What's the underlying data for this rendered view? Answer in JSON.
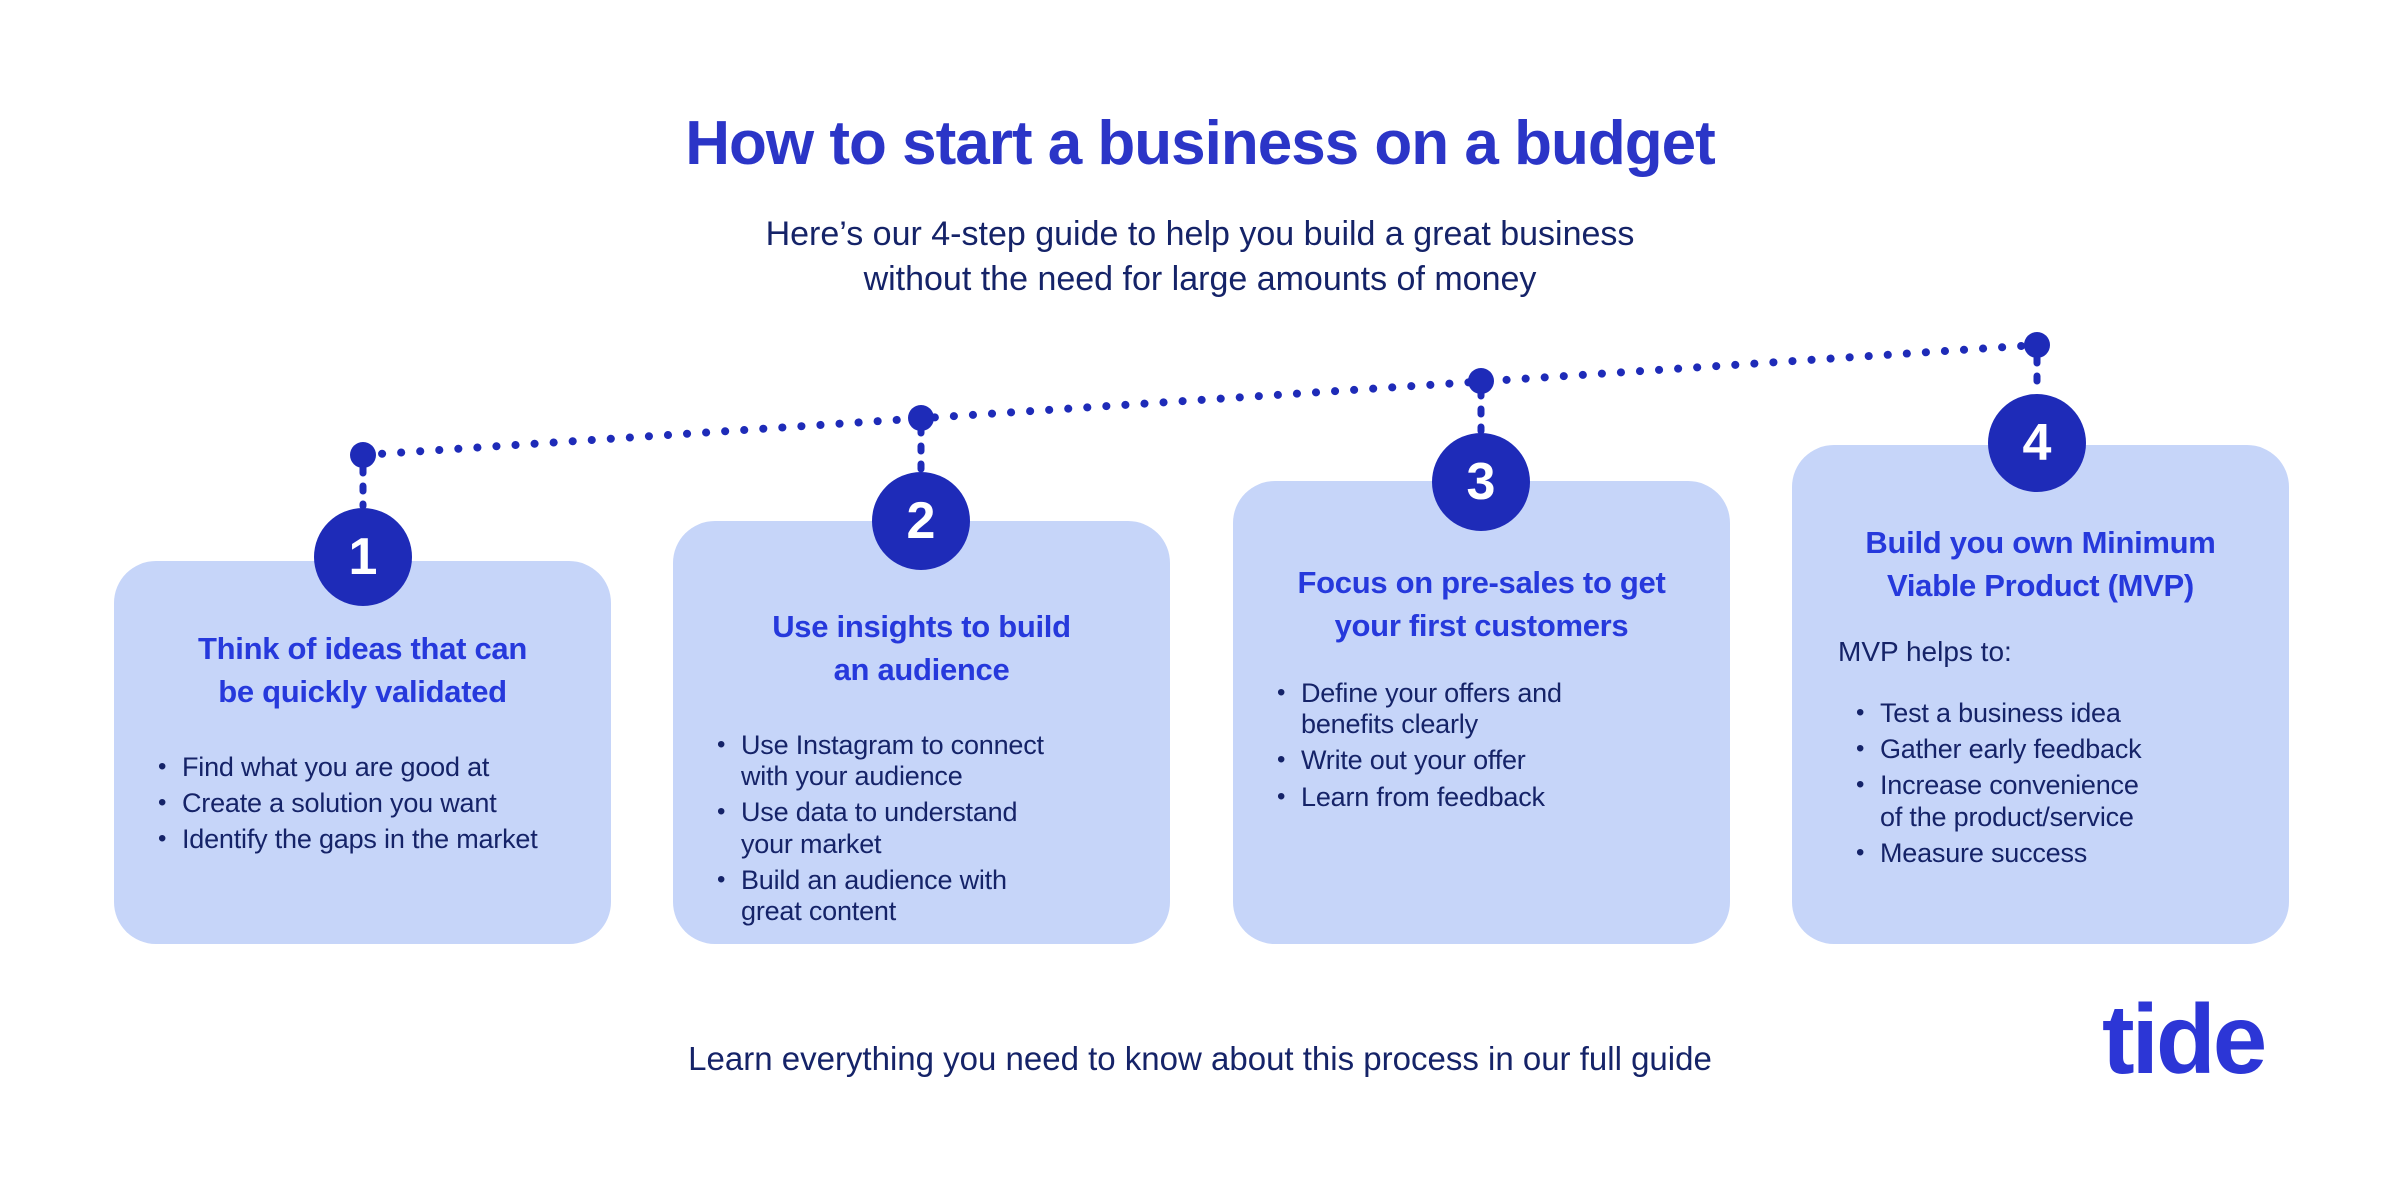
{
  "header": {
    "title": "How to start a business on a budget",
    "subtitle_line1": "Here’s our 4-step guide to help you build a great business",
    "subtitle_line2": "without the need for large amounts of money"
  },
  "steps": [
    {
      "number": "1",
      "heading": "Think of ideas that can be quickly validated",
      "heading_lines": [
        "Think of ideas that can",
        "be quickly validated"
      ],
      "bullets": [
        [
          "Find what you are good at"
        ],
        [
          "Create a solution you want"
        ],
        [
          "Identify the gaps in the market"
        ]
      ]
    },
    {
      "number": "2",
      "heading": "Use insights to build an audience",
      "heading_lines": [
        "Use insights to build",
        "an audience"
      ],
      "bullets": [
        [
          "Use Instagram to connect",
          "with your audience"
        ],
        [
          "Use data to understand",
          "your market"
        ],
        [
          "Build an audience with",
          "great content"
        ]
      ]
    },
    {
      "number": "3",
      "heading": "Focus on pre-sales to get your first customers",
      "heading_lines": [
        "Focus on pre-sales to get",
        "your first customers"
      ],
      "bullets": [
        [
          "Define your offers and",
          "benefits clearly"
        ],
        [
          "Write out your offer"
        ],
        [
          "Learn from feedback"
        ]
      ]
    },
    {
      "number": "4",
      "heading": "Build you own Minimum Viable Product (MVP)",
      "heading_lines": [
        "Build you own Minimum",
        "Viable Product (MVP)"
      ],
      "intro": "MVP helps to:",
      "bullets": [
        [
          "Test a business idea"
        ],
        [
          "Gather early feedback"
        ],
        [
          "Increase convenience",
          "of the product/service"
        ],
        [
          "Measure success"
        ]
      ]
    }
  ],
  "footer": {
    "text": "Learn everything you need to know about this process in our full guide",
    "logo_text": "tide"
  },
  "colors": {
    "title_blue": "#2B35C7",
    "card_heading_blue": "#2639DC",
    "badge_blue": "#1E2BB8",
    "body_navy": "#152368",
    "card_background": "#C6D5F9",
    "logo_blue": "#2C36D6",
    "page_background": "#ffffff"
  }
}
